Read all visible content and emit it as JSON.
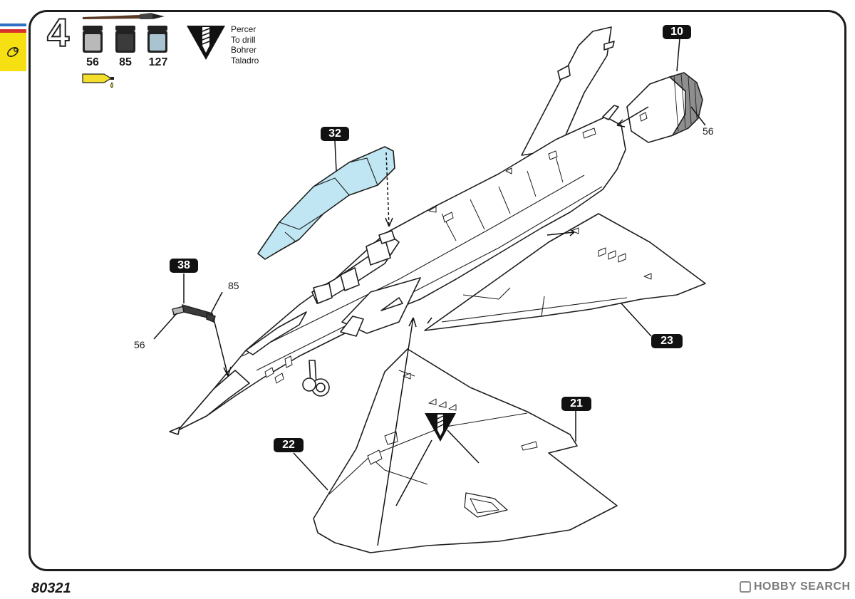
{
  "step": {
    "number": "4"
  },
  "paints": [
    {
      "code": "56",
      "color": "#b9b9b9"
    },
    {
      "code": "85",
      "color": "#3b3b3b"
    },
    {
      "code": "127",
      "color": "#a9c3d0"
    }
  ],
  "glue_color": "#f2de2b",
  "canopy_color": "#bfe6f2",
  "drill": {
    "lines": [
      "Percer",
      "To drill",
      "Bohrer",
      "Taladro"
    ]
  },
  "parts": {
    "p10": "10",
    "p32": "32",
    "p38": "38",
    "p23": "23",
    "p21": "21",
    "p22": "22"
  },
  "color_callouts": {
    "exhaust": "56",
    "probe_top": "85",
    "probe_tip": "56"
  },
  "footer": {
    "code": "80321",
    "brand": "HOBBY SEARCH"
  },
  "flag_colors": [
    "#2f6fc4",
    "#ffffff",
    "#d8332c"
  ]
}
